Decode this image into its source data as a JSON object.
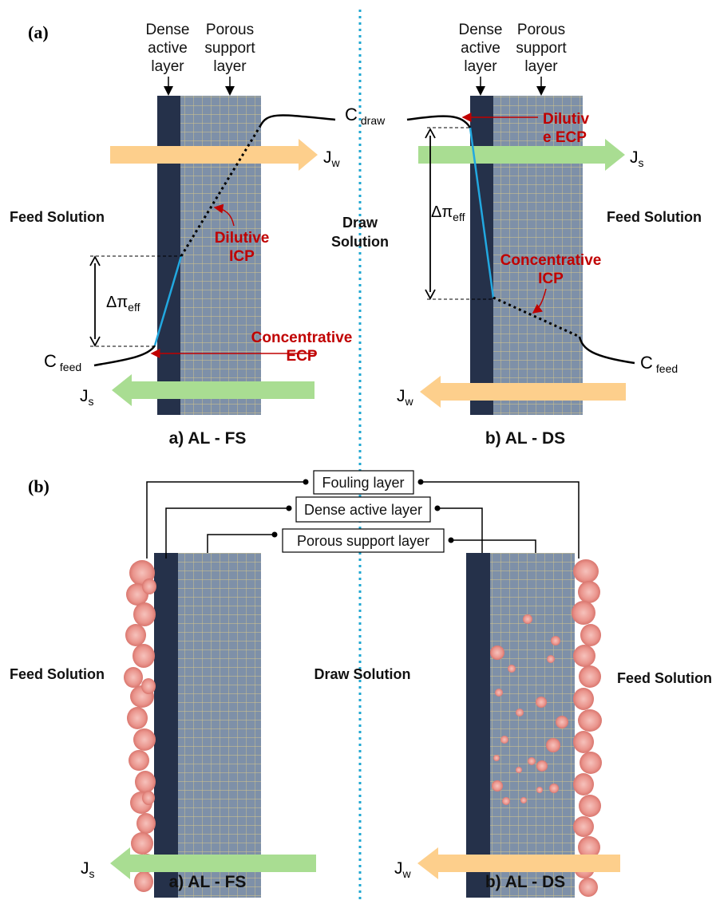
{
  "panel_labels": {
    "a": "(a)",
    "b": "(b)"
  },
  "layers": {
    "dense_active": [
      "Dense",
      "active",
      "layer"
    ],
    "porous_support": [
      "Porous",
      "support",
      "layer"
    ]
  },
  "top_left": {
    "feed_solution": "Feed Solution",
    "c_draw": {
      "main": "C",
      "sub": "draw"
    },
    "c_feed": {
      "main": "C",
      "sub": "feed"
    },
    "jw": {
      "main": "J",
      "sub": "w"
    },
    "js": {
      "main": "J",
      "sub": "s"
    },
    "delta_pi": {
      "main": "Δπ",
      "sub": "eff"
    },
    "dilutive_icp": [
      "Dilutive",
      "ICP"
    ],
    "concentrative_ecp": [
      "Concentrative",
      "ECP"
    ],
    "caption": "a) AL - FS"
  },
  "center": {
    "draw_solution": [
      "Draw",
      "Solution"
    ]
  },
  "top_right": {
    "feed_solution": "Feed Solution",
    "c_feed": {
      "main": "C",
      "sub": "feed"
    },
    "js": {
      "main": "J",
      "sub": "s"
    },
    "jw": {
      "main": "J",
      "sub": "w"
    },
    "delta_pi": {
      "main": "Δπ",
      "sub": "eff"
    },
    "dilutive_ecp": [
      "Dilutiv",
      "e ECP"
    ],
    "concentrative_icp": [
      "Concentrative",
      "ICP"
    ],
    "caption": "b) AL - DS"
  },
  "bottom": {
    "legend": {
      "fouling": "Fouling layer",
      "dense": "Dense active layer",
      "porous": "Porous support layer"
    },
    "left_feed": "Feed Solution",
    "draw": "Draw Solution",
    "right_feed": "Feed Solution",
    "js": {
      "main": "J",
      "sub": "s"
    },
    "jw": {
      "main": "J",
      "sub": "w"
    },
    "caption_left": "a) AL - FS",
    "caption_right": "b) AL - DS"
  },
  "colors": {
    "dense_layer": "#25314a",
    "porous_fill": "#7e90a8",
    "grid_line": "#d8c88a",
    "jw_arrow": "#fdcf8c",
    "js_arrow": "#a9dd92",
    "icp_line": "#22a8e0",
    "label_red": "#c00000",
    "divider": "#1fa7d2",
    "foulant": "#e8938c"
  }
}
